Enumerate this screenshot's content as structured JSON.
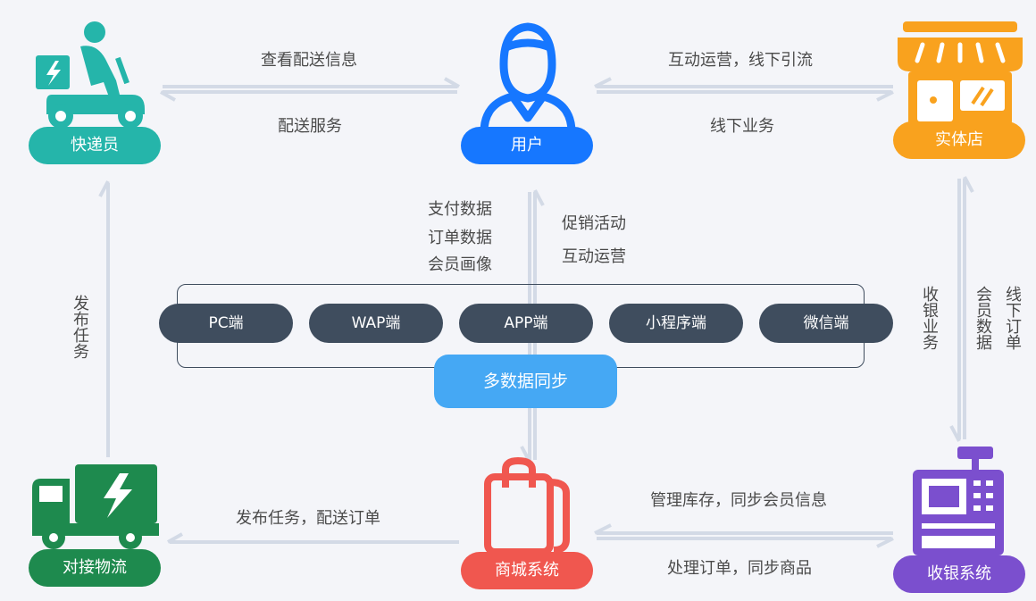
{
  "nodes": {
    "courier": {
      "label": "快递员",
      "color": "#25b5aa",
      "icon": "delivery-scooter-icon"
    },
    "user": {
      "label": "用户",
      "color": "#1677ff",
      "icon": "user-icon"
    },
    "store": {
      "label": "实体店",
      "color": "#f9a21e",
      "icon": "storefront-icon"
    },
    "logistics": {
      "label": "对接物流",
      "color": "#1e8a4e",
      "icon": "truck-icon"
    },
    "mall": {
      "label": "商城系统",
      "color": "#f0574f",
      "icon": "shopping-bag-icon"
    },
    "pos": {
      "label": "收银系统",
      "color": "#7b4fce",
      "icon": "cash-register-icon"
    }
  },
  "edges": {
    "user_to_courier_top": "查看配送信息",
    "courier_to_user_bottom": "配送服务",
    "store_to_user_top": "互动运营，线下引流",
    "user_to_store_bottom": "线下业务",
    "user_down_1": "支付数据",
    "user_down_2": "订单数据",
    "user_down_3": "会员画像",
    "mall_up_1": "促销活动",
    "mall_up_2": "互动运营",
    "logistics_up": "发布任务",
    "mall_to_logistics": "发布任务，配送订单",
    "pos_to_mall_top": "管理库存，同步会员信息",
    "mall_to_pos_bottom": "处理订单，同步商品",
    "pos_col_1": "收银业务",
    "pos_col_2": "会员数据",
    "pos_col_3": "线下订单"
  },
  "platforms": [
    "PC端",
    "WAP端",
    "APP端",
    "小程序端",
    "微信端"
  ],
  "sync": {
    "label": "多数据同步",
    "color": "#45a8f4"
  },
  "colors": {
    "arrow": "#d3dae6",
    "platform": "#3f4d5e"
  }
}
